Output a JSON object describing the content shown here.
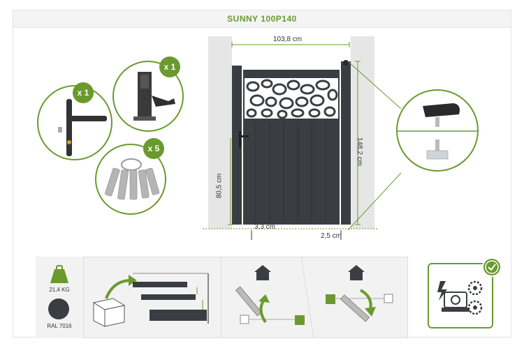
{
  "title": "SUNNY 100P140",
  "accessories": {
    "handle_qty": "x 1",
    "latch_qty": "x 1",
    "keys_qty": "x 5"
  },
  "dimensions": {
    "width": "103,8 cm",
    "height": "148,2 cm",
    "handle_height": "80,5 cm",
    "ground_clearance": "3,3 cm",
    "side_gap": "2,5 cm"
  },
  "specs": {
    "weight": "21,4 KG",
    "color": "RAL 7016"
  },
  "colors": {
    "accent": "#6a9a2e",
    "gate": "#3a3d42",
    "wall": "#e6e6e6"
  },
  "icons": [
    "weight-icon",
    "color-swatch-icon",
    "package-icon",
    "house-icon",
    "motor-icon",
    "check-badge-icon"
  ]
}
